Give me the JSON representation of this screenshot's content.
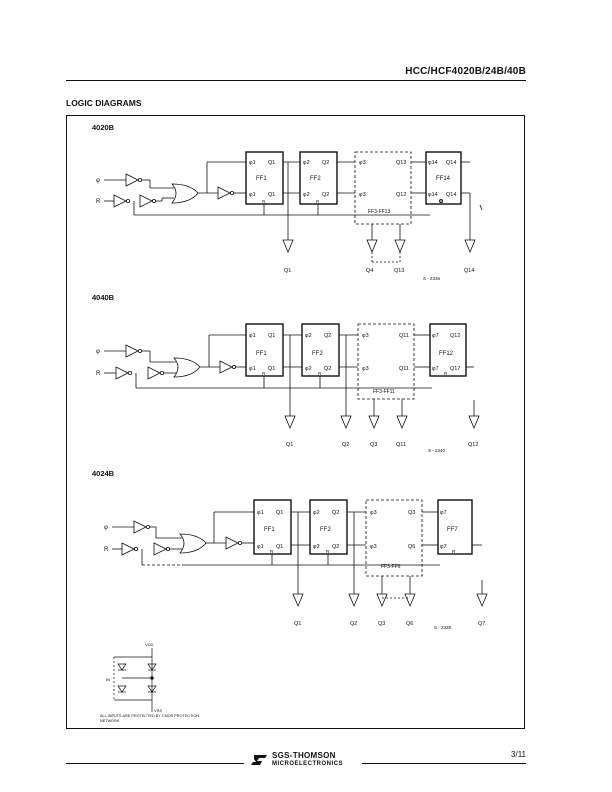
{
  "header": {
    "title": "HCC/HCF4020B/24B/40B"
  },
  "section_title": "LOGIC DIAGRAMS",
  "diagrams": {
    "d4020": {
      "title": "4020B",
      "in_phi": "φ",
      "in_r": "R",
      "ff1": "FF1",
      "ff2": "FF2",
      "ffmid": "FF3-FF13",
      "fflast": "FF14",
      "p_phi1": "φ1",
      "p_q1": "Q1",
      "p_phi1b": "φ1",
      "p_q1b": "Q1",
      "p_r": "R",
      "p_phi2": "φ2",
      "p_q2": "Q2",
      "p_phi2b": "φ2",
      "p_q2b": "Q2",
      "p_r2": "R",
      "p_phi3": "φ3",
      "p_q13": "Q13",
      "p_phi3b": "φ3",
      "p_q12": "Q12",
      "p_phi14": "φ14",
      "p_q14": "Q14",
      "p_phi14b": "φ14",
      "p_q14b": "Q14",
      "p_r14": "R",
      "o1": "Q1",
      "o2": "Q4",
      "o3": "Q13",
      "o4": "Q14",
      "fig": "S - 2336"
    },
    "d4040": {
      "title": "4040B",
      "in_phi": "φ",
      "in_r": "R",
      "ff1": "FF1",
      "ff2": "FF2",
      "ffmid": "FF3-FF11",
      "fflast": "FF12",
      "p_phi1": "φ1",
      "p_q1": "Q1",
      "p_phi1b": "φ1",
      "p_q1b": "Q1",
      "p_r": "R",
      "p_phi2": "φ2",
      "p_q2": "Q2",
      "p_phi2b": "φ2",
      "p_q2b": "Q2",
      "p_r2": "R",
      "p_phi3": "φ3",
      "p_q11": "Q11",
      "p_phi3b": "φ3",
      "p_q11b": "Q11",
      "p_phi7": "φ7",
      "p_q12": "Q12",
      "p_phi7b": "φ7",
      "p_q17": "Q17",
      "p_r12": "R",
      "o1": "Q1",
      "o2": "Q2",
      "o3": "Q3",
      "o4": "Q11",
      "o5": "Q12",
      "fig": "S - 2340"
    },
    "d4024": {
      "title": "4024B",
      "in_phi": "φ",
      "in_r": "R",
      "ff1": "FF1",
      "ff2": "FF2",
      "ffmid": "FF3-FF6",
      "fflast": "FF7",
      "p_phi1": "φ1",
      "p_q1": "Q1",
      "p_phi1b": "φ1",
      "p_q1b": "Q1",
      "p_r": "R",
      "p_phi2": "φ2",
      "p_q2": "Q2",
      "p_phi2b": "φ2",
      "p_q2b": "Q2",
      "p_r2": "R",
      "p_phi3": "φ3",
      "p_q3": "Q3",
      "p_phi3b": "φ3",
      "p_q6": "Q6",
      "p_phi7": "φ7",
      "p_phi7b": "φ7",
      "p_r7": "R",
      "o1": "Q1",
      "o2": "Q2",
      "o3": "Q3",
      "o4": "Q6",
      "o5": "Q7",
      "fig": "S - 2339"
    }
  },
  "protection_note": "ALL INPUTS ARE PROTECTED BY CMOS PROTECTION NETWORK",
  "protection_vdd": "VDD",
  "protection_vss": "VSS",
  "protection_in": "IN",
  "footer": {
    "page": "3/11",
    "logo_top": "SGS-THOMSON",
    "logo_bottom": "MICROELECTRONICS"
  }
}
